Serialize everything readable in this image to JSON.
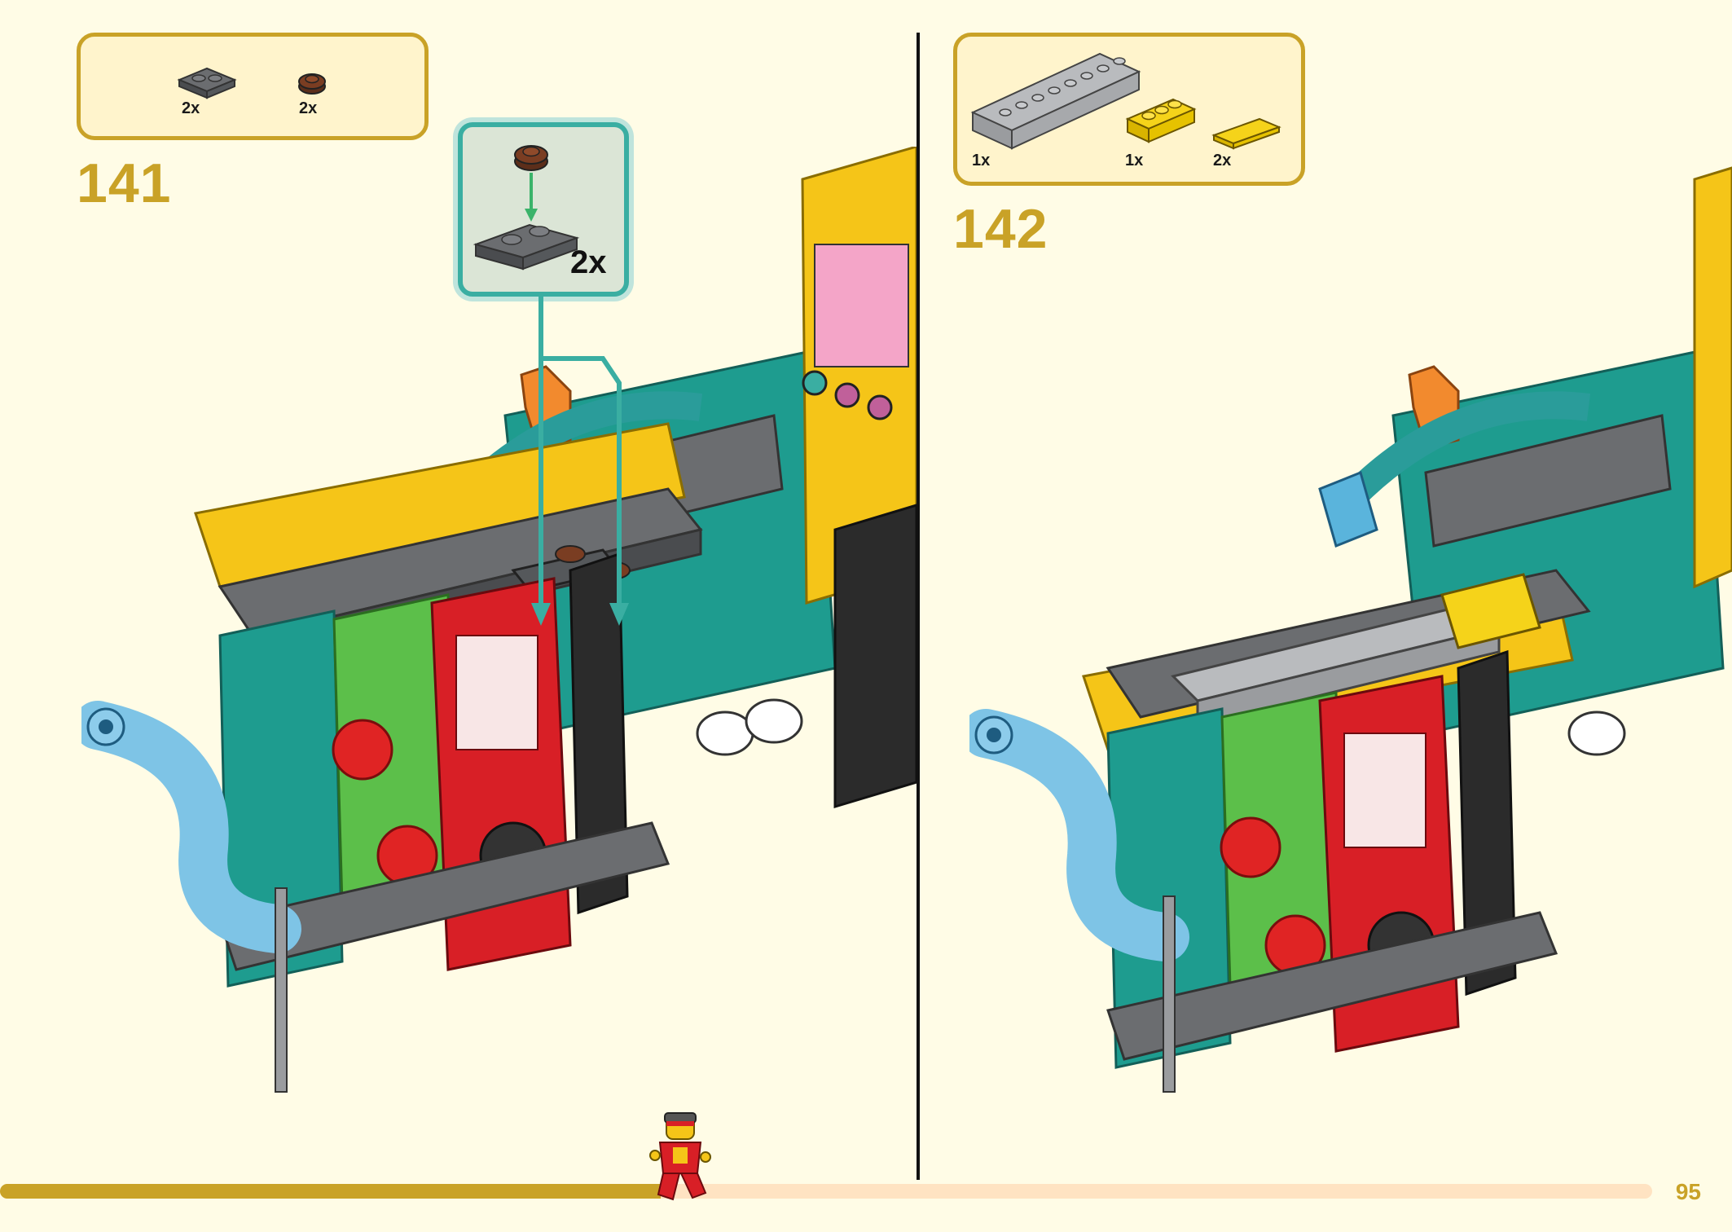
{
  "step_141": {
    "number": "141",
    "parts": [
      {
        "icon": "dark-gray-plate-1x2-icon",
        "qty": "2x"
      },
      {
        "icon": "brown-round-plate-icon",
        "qty": "2x"
      }
    ],
    "subassembly_qty": "2x"
  },
  "step_142": {
    "number": "142",
    "parts": [
      {
        "icon": "light-gray-brick-1x8-icon",
        "qty": "1x"
      },
      {
        "icon": "yellow-brick-1x3-icon",
        "qty": "1x"
      },
      {
        "icon": "yellow-tile-1x3-icon",
        "qty": "2x"
      }
    ]
  },
  "footer": {
    "page_number": "95",
    "progress": 0.4
  },
  "colors": {
    "accent": "#c9a227",
    "background": "#fffce6",
    "callout": "#3aaea2"
  }
}
